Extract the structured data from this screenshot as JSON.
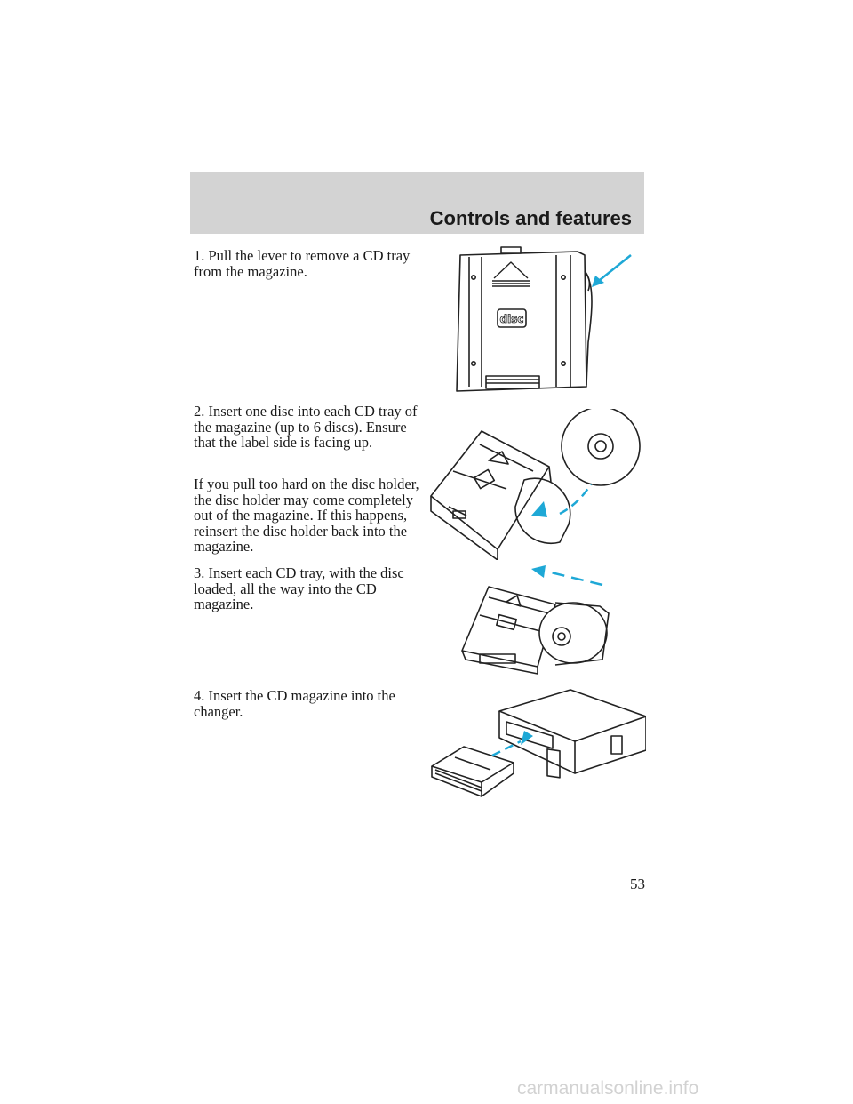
{
  "header": {
    "section_title": "Controls and features"
  },
  "steps": [
    {
      "text": "1. Pull the lever to remove a CD tray from the magazine."
    },
    {
      "text": "2. Insert one disc into each CD tray of the magazine (up to 6 discs). Ensure that the label side is facing up."
    },
    {
      "text": "If you pull too hard on the disc holder, the disc holder may come completely out of the magazine. If this happens, reinsert the disc holder back into the magazine."
    },
    {
      "text": "3. Insert each CD tray, with the disc loaded, all the way into the CD magazine."
    },
    {
      "text": "4. Insert the CD magazine into the changer."
    }
  ],
  "illustrations": {
    "tray_logo": "disc",
    "accent_color": "#1ea8d6"
  },
  "footer": {
    "page_number": "53",
    "watermark": "carmanualsonline.info"
  }
}
